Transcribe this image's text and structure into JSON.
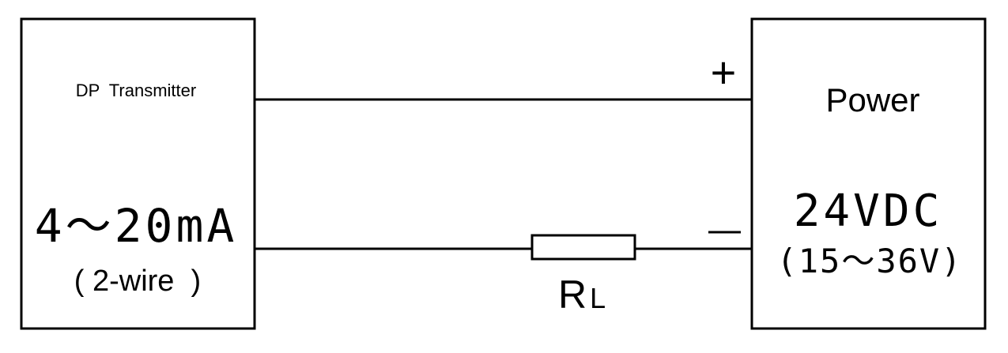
{
  "transmitter": {
    "title": "DP  Transmitter",
    "signal": "4～20mA",
    "wiring": "( 2-wire  )"
  },
  "power": {
    "title": "Power",
    "voltage": "24VDC",
    "range": "(15～36V)"
  },
  "terminals": {
    "positive": "+",
    "negative": "—"
  },
  "load_resistor": {
    "symbol": "R",
    "subscript": "L"
  }
}
